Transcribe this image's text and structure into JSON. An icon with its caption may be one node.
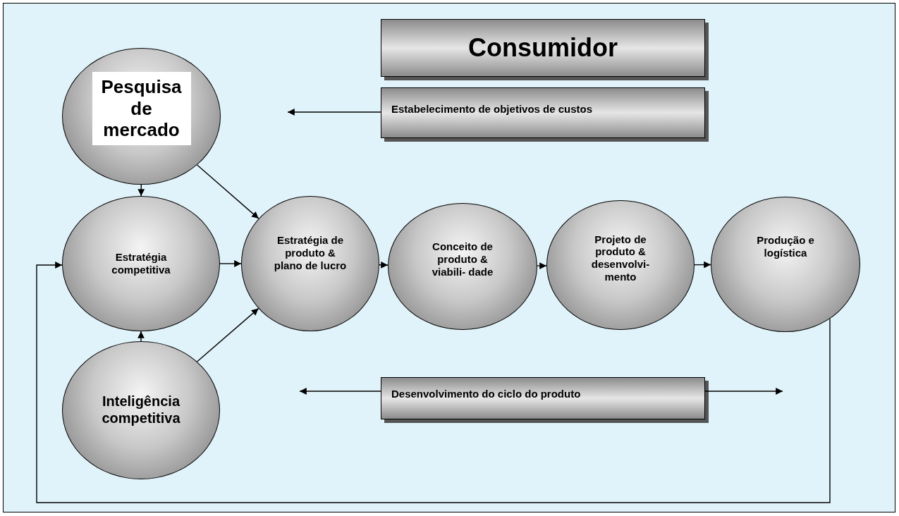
{
  "diagram": {
    "nodes": [
      {
        "text": [
          "Consumidor"
        ]
      },
      {
        "text": [
          "Pesquisa de mercado"
        ]
      },
      {
        "text": [
          "Estabelecimento de objetivos de custos"
        ]
      },
      {
        "text": [
          "Estratégia competitiva"
        ]
      },
      {
        "text": [
          "Estratégia de produto & plano de lucro"
        ]
      },
      {
        "text": [
          "Conceito de produto & viabili- dade"
        ]
      },
      {
        "text": [
          "Projeto de produto & desenvolvi- mento"
        ]
      },
      {
        "text": [
          "Produção e logística"
        ]
      },
      {
        "text": [
          "Inteligência competitiva"
        ]
      },
      {
        "text": [
          "Desenvolvimento do ciclo do produto"
        ]
      }
    ],
    "edges": [
      {
        "from": 2,
        "to": null,
        "arrow": "to"
      },
      {
        "from": 1,
        "to": 3,
        "arrow": "to"
      },
      {
        "from": 1,
        "to": 4,
        "arrow": "to"
      },
      {
        "from": 3,
        "to": 4,
        "arrow": "to"
      },
      {
        "from": 4,
        "to": 5,
        "arrow": "to"
      },
      {
        "from": 5,
        "to": 6,
        "arrow": "to"
      },
      {
        "from": 6,
        "to": 7,
        "arrow": "to"
      },
      {
        "from": 8,
        "to": 3,
        "arrow": "to"
      },
      {
        "from": 8,
        "to": 4,
        "arrow": "to"
      },
      {
        "from": 9,
        "to": null,
        "arrow": "to"
      },
      {
        "from": 9,
        "to": null,
        "arrow": "to"
      },
      {
        "from": 7,
        "to": 3,
        "arrow": "to"
      }
    ]
  }
}
